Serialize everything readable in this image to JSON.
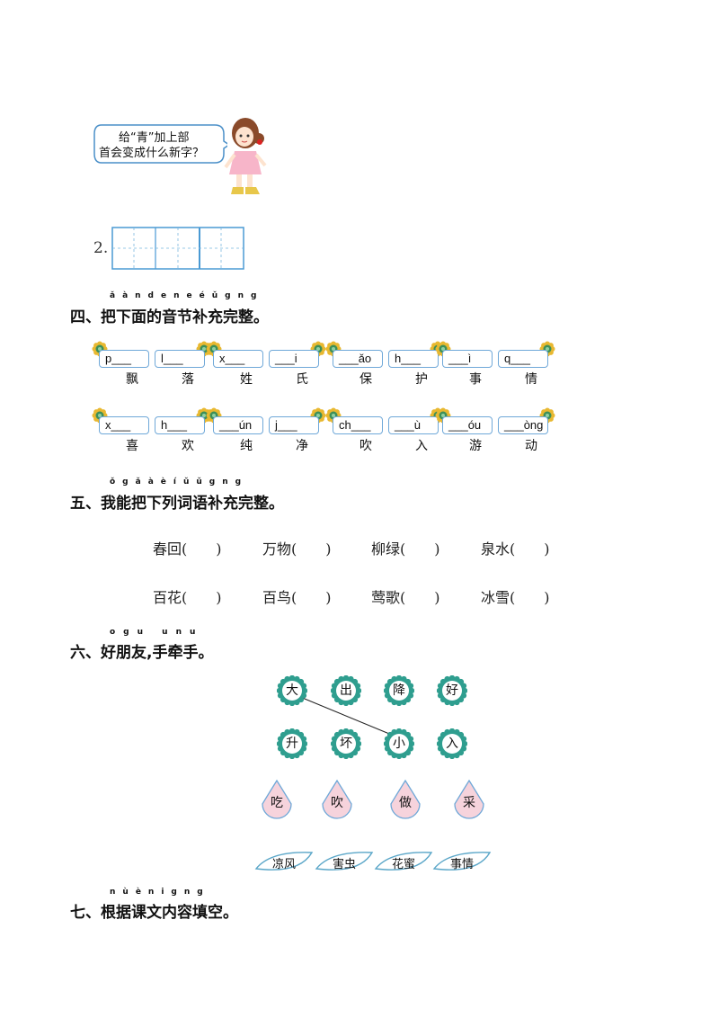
{
  "bubble": {
    "line1": "给“青”加上部",
    "line2": "首会变成什么新字？"
  },
  "question_number": "2.",
  "section4": {
    "pinyin": "ǎàndeneéǔgng",
    "title": "四、把下面的音节补充完整。",
    "row1": [
      {
        "pills": [
          "p___",
          "l___"
        ],
        "chars": [
          "飘",
          "落"
        ]
      },
      {
        "pills": [
          "x___",
          "___i"
        ],
        "chars": [
          "姓",
          "氏"
        ]
      },
      {
        "pills": [
          "___ǎo",
          "h___"
        ],
        "chars": [
          "保",
          "护"
        ]
      },
      {
        "pills": [
          "___ì",
          "q___"
        ],
        "chars": [
          "事",
          "情"
        ]
      }
    ],
    "row2": [
      {
        "pills": [
          "x___",
          "h___"
        ],
        "chars": [
          "喜",
          "欢"
        ]
      },
      {
        "pills": [
          "___ún",
          "j___"
        ],
        "chars": [
          "纯",
          "净"
        ]
      },
      {
        "pills": [
          "ch___",
          "___ù"
        ],
        "chars": [
          "吹",
          "入"
        ]
      },
      {
        "pills": [
          "___óu",
          "___òng"
        ],
        "chars": [
          "游",
          "动"
        ]
      }
    ]
  },
  "section5": {
    "pinyin": "ǒgǎàèíǔǔgng",
    "title": "五、我能把下列词语补充完整。",
    "row1": [
      "春回(　　)",
      "万物(　　)",
      "柳绿(　　)",
      "泉水(　　)"
    ],
    "row2": [
      "百花(　　)",
      "百鸟(　　)",
      "莺歌(　　)",
      "冰雪(　　)"
    ]
  },
  "section6": {
    "pinyin": "ogu  unu",
    "title": "六、好朋友,手牵手。",
    "badges_row1": [
      "大",
      "出",
      "降",
      "好"
    ],
    "badges_row2": [
      "升",
      "坏",
      "小",
      "入"
    ],
    "drops": [
      "吃",
      "吹",
      "做",
      "采"
    ],
    "leaves": [
      "凉风",
      "害虫",
      "花蜜",
      "事情"
    ]
  },
  "section7": {
    "pinyin": "nùènigng",
    "title": "七、根据课文内容填空。"
  },
  "colors": {
    "pill_border": "#6fa8d8",
    "badge": "#2f9e8f",
    "drop_fill": "#f6d3dc",
    "leaf_border": "#5aa6c8"
  }
}
